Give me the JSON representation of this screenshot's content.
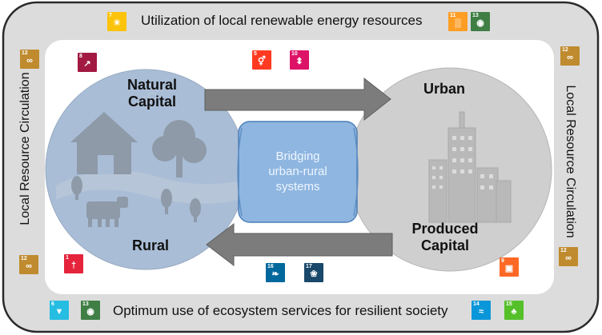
{
  "banners": {
    "top": "Utilization of local renewable energy resources",
    "bottom": "Optimum use of ecosystem services for resilient society",
    "left": "Local Resource Circulation",
    "right": "Local Resource Circulation"
  },
  "nodes": {
    "natural_line1": "Natural",
    "natural_line2": "Capital",
    "urban": "Urban",
    "rural": "Rural",
    "produced_line1": "Produced",
    "produced_line2": "Capital"
  },
  "center": {
    "line1": "Bridging",
    "line2": "urban-rural",
    "line3": "systems"
  },
  "sdg_badges": [
    {
      "id": "sdg-7-top",
      "number": "7",
      "color": "#fcc30b",
      "icon": "sun-icon"
    },
    {
      "id": "sdg-11-top",
      "number": "11",
      "color": "#fd9d24",
      "icon": "city-icon"
    },
    {
      "id": "sdg-13-top",
      "number": "13",
      "color": "#3f7e44",
      "icon": "eye-icon"
    },
    {
      "id": "sdg-8",
      "number": "8",
      "color": "#a21942",
      "icon": "growth-icon"
    },
    {
      "id": "sdg-5",
      "number": "5",
      "color": "#ff3a21",
      "icon": "gender-icon"
    },
    {
      "id": "sdg-10",
      "number": "10",
      "color": "#dd1367",
      "icon": "equality-icon"
    },
    {
      "id": "sdg-12-left-top",
      "number": "12",
      "color": "#bf8b2e",
      "icon": "infinity-icon"
    },
    {
      "id": "sdg-12-right-top",
      "number": "12",
      "color": "#bf8b2e",
      "icon": "infinity-icon"
    },
    {
      "id": "sdg-12-left-bot",
      "number": "12",
      "color": "#bf8b2e",
      "icon": "infinity-icon"
    },
    {
      "id": "sdg-12-right-bot",
      "number": "12",
      "color": "#bf8b2e",
      "icon": "infinity-icon"
    },
    {
      "id": "sdg-1",
      "number": "1",
      "color": "#e5243b",
      "icon": "family-icon"
    },
    {
      "id": "sdg-16",
      "number": "16",
      "color": "#00689d",
      "icon": "dove-icon"
    },
    {
      "id": "sdg-17",
      "number": "17",
      "color": "#19486a",
      "icon": "rings-icon"
    },
    {
      "id": "sdg-9",
      "number": "9",
      "color": "#fd6925",
      "icon": "cubes-icon"
    },
    {
      "id": "sdg-6",
      "number": "6",
      "color": "#26bde2",
      "icon": "drop-icon"
    },
    {
      "id": "sdg-13-bot",
      "number": "13",
      "color": "#3f7e44",
      "icon": "eye-icon"
    },
    {
      "id": "sdg-14",
      "number": "14",
      "color": "#0a97d9",
      "icon": "fish-icon"
    },
    {
      "id": "sdg-15",
      "number": "15",
      "color": "#56c02b",
      "icon": "tree-icon"
    }
  ]
}
